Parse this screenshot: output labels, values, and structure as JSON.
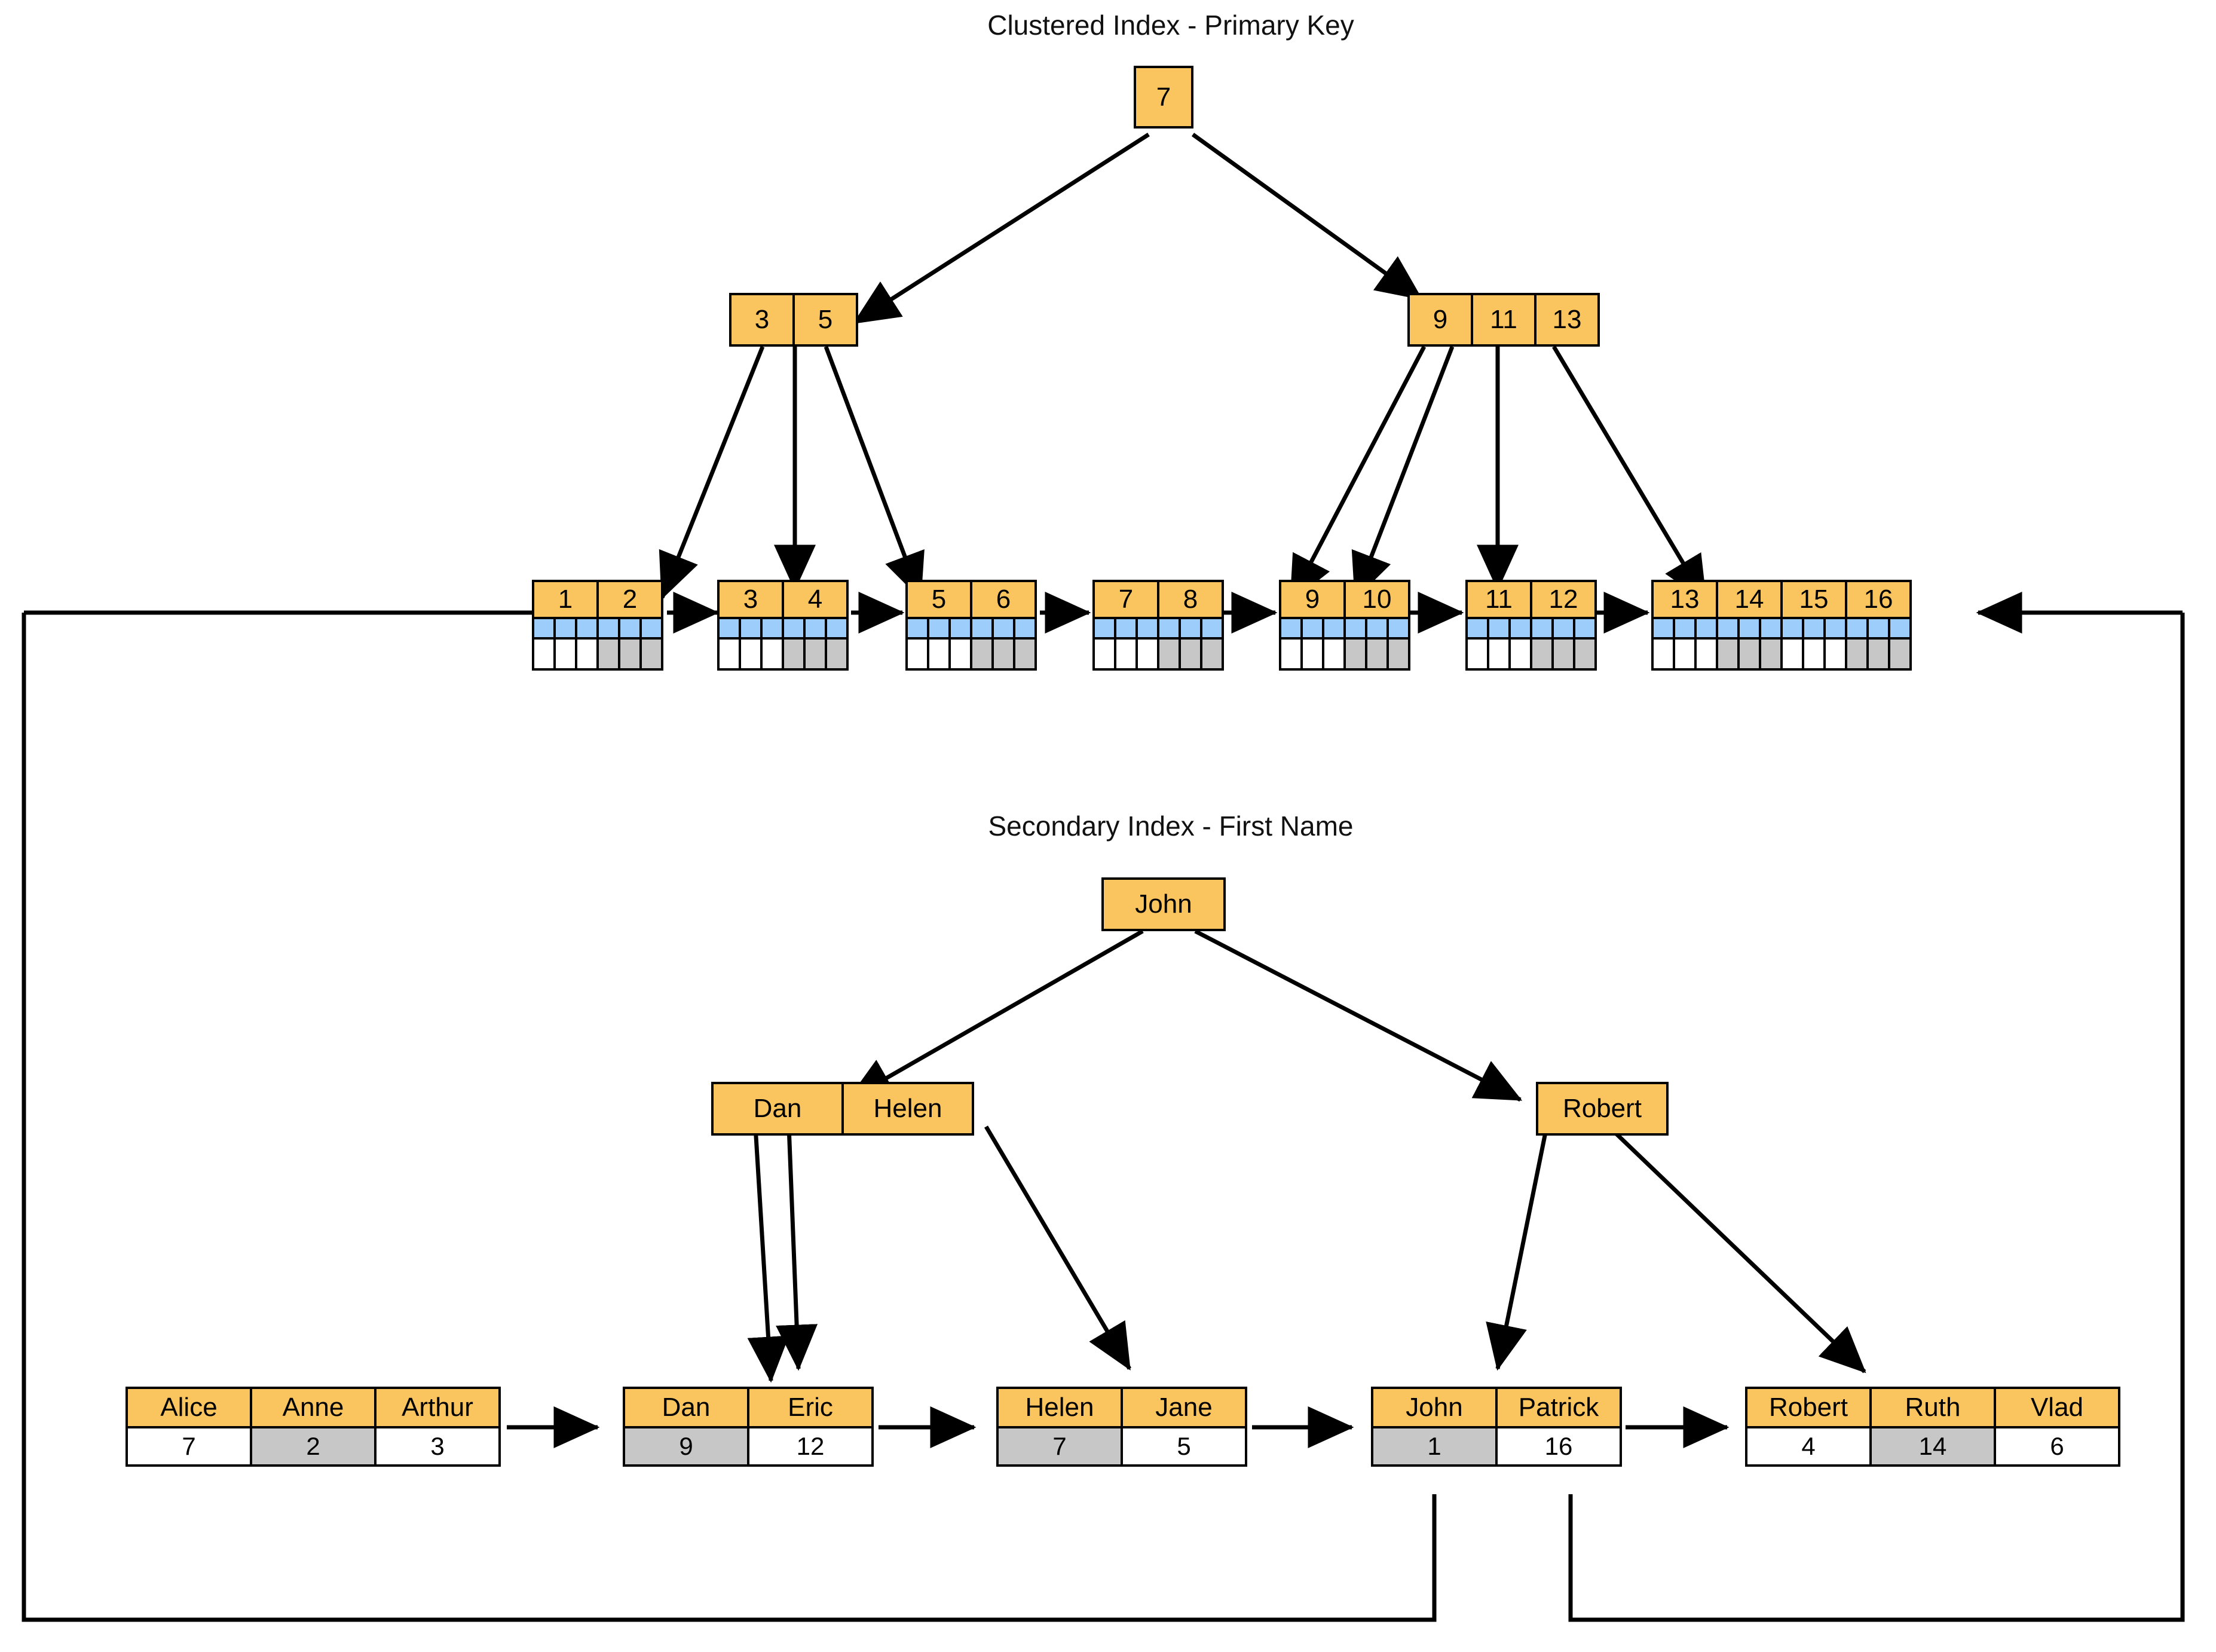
{
  "titles": {
    "clustered": "Clustered Index - Primary Key",
    "secondary": "Secondary Index - First Name"
  },
  "colors": {
    "node_fill": "#fac45e",
    "blue_row": "#9ccdfb",
    "gray_cell": "#c7c7c7",
    "white_cell": "#ffffff",
    "stroke": "#000000",
    "background": "#ffffff"
  },
  "clustered_index": {
    "root": {
      "keys": [
        "7"
      ]
    },
    "internal": [
      {
        "keys": [
          "3",
          "5"
        ]
      },
      {
        "keys": [
          "9",
          "11",
          "13"
        ]
      }
    ],
    "leaves": [
      {
        "keys": [
          "1",
          "2"
        ]
      },
      {
        "keys": [
          "3",
          "4"
        ]
      },
      {
        "keys": [
          "5",
          "6"
        ]
      },
      {
        "keys": [
          "7",
          "8"
        ]
      },
      {
        "keys": [
          "9",
          "10"
        ]
      },
      {
        "keys": [
          "11",
          "12"
        ]
      },
      {
        "keys": [
          "13",
          "14",
          "15",
          "16"
        ]
      }
    ]
  },
  "secondary_index": {
    "root": {
      "keys": [
        "John"
      ]
    },
    "internal": [
      {
        "keys": [
          "Dan",
          "Helen"
        ]
      },
      {
        "keys": [
          "Robert"
        ]
      }
    ],
    "leaves": [
      {
        "keys": [
          "Alice",
          "Anne",
          "Arthur"
        ],
        "pointers": [
          "7",
          "2",
          "3"
        ],
        "highlight": [
          false,
          true,
          false
        ]
      },
      {
        "keys": [
          "Dan",
          "Eric"
        ],
        "pointers": [
          "9",
          "12"
        ],
        "highlight": [
          true,
          false
        ]
      },
      {
        "keys": [
          "Helen",
          "Jane"
        ],
        "pointers": [
          "7",
          "5"
        ],
        "highlight": [
          true,
          false
        ]
      },
      {
        "keys": [
          "John",
          "Patrick"
        ],
        "pointers": [
          "1",
          "16"
        ],
        "highlight": [
          true,
          false
        ]
      },
      {
        "keys": [
          "Robert",
          "Ruth",
          "Vlad"
        ],
        "pointers": [
          "4",
          "14",
          "6"
        ],
        "highlight": [
          false,
          true,
          false
        ]
      }
    ]
  }
}
